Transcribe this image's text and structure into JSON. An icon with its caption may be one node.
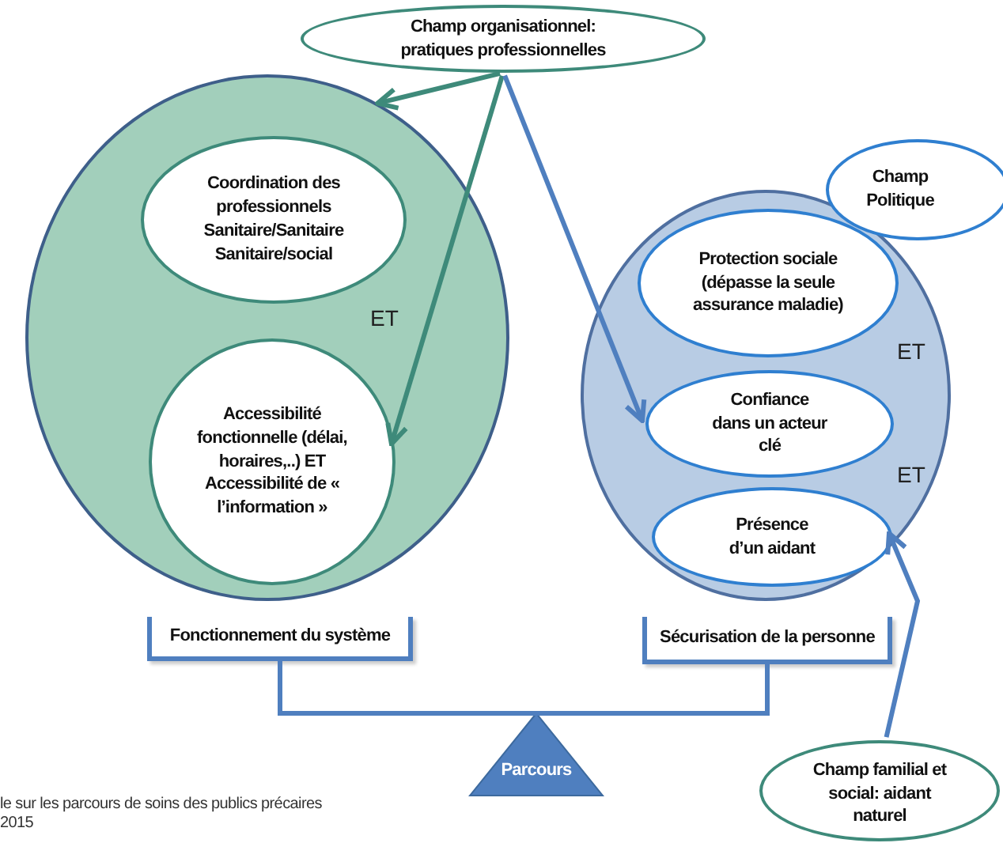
{
  "diagram": {
    "nodes": [
      {
        "text": [
          "Champ organisationnel: pratiques professionnelles"
        ]
      },
      {
        "text": [
          "ET"
        ]
      },
      {
        "text": [
          "Coordination des professionnels Sanitaire/Sanitaire Sanitaire/social"
        ],
        "in": 1
      },
      {
        "text": [
          "Accessibilité fonctionnelle (délai, horaires,..) ET Accessibilité de « l’information »"
        ],
        "in": 1
      },
      {
        "text": [
          "Champ Politique"
        ]
      },
      {
        "text": [
          "ET",
          "ET"
        ]
      },
      {
        "text": [
          "Protection sociale (dépasse la seule assurance maladie)"
        ],
        "in": 5
      },
      {
        "text": [
          "Confiance dans un acteur clé"
        ],
        "in": 5
      },
      {
        "text": [
          "Présence d’un aidant"
        ],
        "in": 5
      },
      {
        "text": [
          "Fonctionnement du système"
        ]
      },
      {
        "text": [
          "Sécurisation de la personne"
        ]
      },
      {
        "text": [
          "Parcours"
        ]
      },
      {
        "text": [
          "Champ familial et social: aidant naturel"
        ]
      }
    ],
    "edges": [
      {
        "from": 0,
        "to": 1,
        "arrow": "to",
        "color": "#3e8a7a"
      },
      {
        "from": 0,
        "to": 3,
        "arrow": "to",
        "color": "#3e8a7a"
      },
      {
        "from": 0,
        "to": 7,
        "arrow": "to",
        "color": "#4f7fbf"
      },
      {
        "from": 12,
        "to": 8,
        "arrow": "to",
        "color": "#4f7fbf"
      },
      {
        "from": 9,
        "to": 10,
        "arrow": "none",
        "color": "#4f7fbf"
      }
    ],
    "labels": [
      "le sur les parcours de soins des publics précaires",
      "2015"
    ]
  }
}
